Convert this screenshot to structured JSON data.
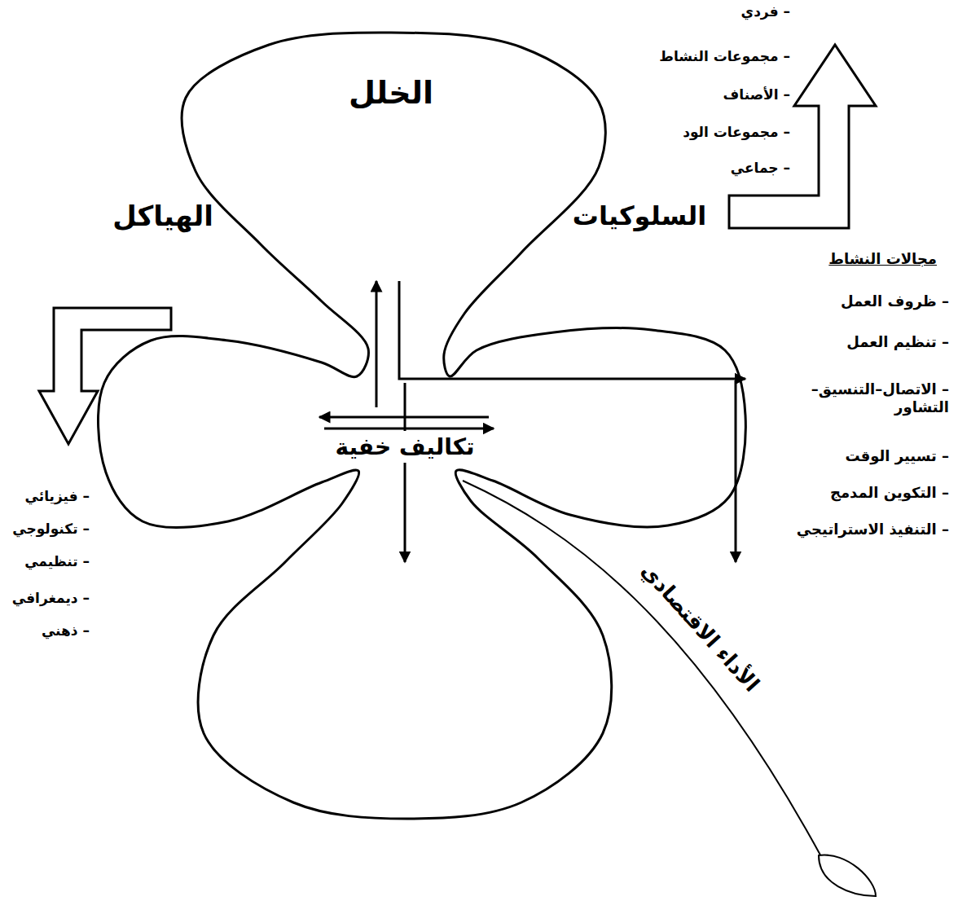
{
  "diagram": {
    "nodes": [
      {
        "text": [
          "الخلل",
          "الهياكل",
          "السلوكيات",
          "تكاليف خفية"
        ]
      }
    ],
    "labels": [
      "– فردي",
      "– مجموعات النشاط",
      "– الأصناف",
      "– مجموعات الود",
      "– جماعي",
      "مجالات النشاط",
      "– ظروف العمل",
      "– تنظيم العمل",
      "– الاتصال–التنسيق– التشاور",
      "– تسيير الوقت",
      "– التكوين المدمج",
      "– التنفيذ الاستراتيجي",
      "– فيزيائي",
      "– تكنولوجي",
      "– تنظيمي",
      "– ديمغرافي",
      "– ذهني",
      "الأداء الاقتصادي"
    ]
  }
}
